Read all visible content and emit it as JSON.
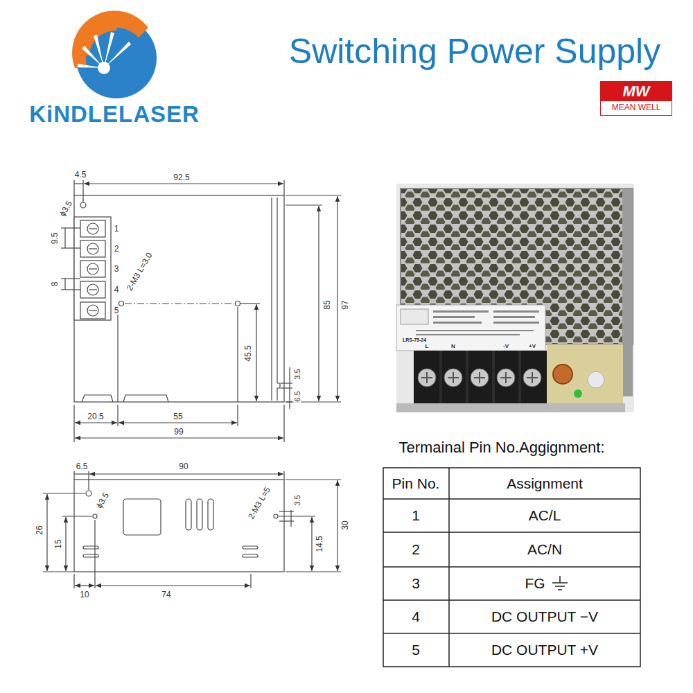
{
  "diagram": {
    "title": "Switching Power Supply",
    "nodes": [
      {
        "text": [
          "MW",
          "MEAN WELL"
        ]
      }
    ],
    "labels": [
      "KiNDLELASER",
      "4.5",
      "92.5",
      "ϕ3.5",
      "9.5",
      "8",
      "1",
      "2",
      "3",
      "4",
      "5",
      "2-M3 L=3.0",
      "85",
      "97",
      "45.5",
      "3.5",
      "6.5",
      "20.5",
      "55",
      "99",
      "6.5",
      "90",
      "ϕ3.5",
      "26",
      "15",
      "2-M3 L=5",
      "30",
      "3.5",
      "14.5",
      "10",
      "74",
      "LRS-75-24",
      "L",
      "N",
      "-V",
      "+V",
      "Termainal Pin No.Aggignment:",
      "Pin No.",
      "Assignment",
      "1",
      "AC/L",
      "2",
      "AC/N",
      "3",
      "FG",
      "4",
      "DC OUTPUT −V",
      "5",
      "DC OUTPUT +V"
    ]
  }
}
